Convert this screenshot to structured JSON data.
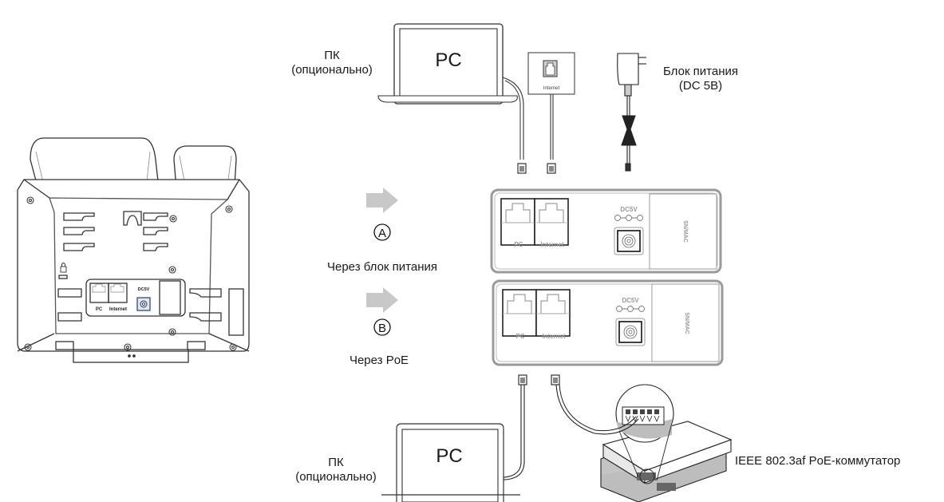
{
  "diagram": {
    "title": "Phone connection diagram",
    "phone_back": {
      "ports": {
        "pc": "PC",
        "internet": "Internet",
        "dc": "DC5V"
      }
    },
    "pc_top": {
      "screen_label": "PC",
      "caption_line1": "ПК",
      "caption_line2": "(опционально)"
    },
    "wall_jack": {
      "label": "Internet"
    },
    "power_adapter": {
      "caption_line1": "Блок питания",
      "caption_line2": "(DC 5В)"
    },
    "option_a": {
      "marker": "A",
      "caption": "Через блок питания"
    },
    "option_b": {
      "marker": "B",
      "caption": "Через PoE"
    },
    "port_panels": [
      {
        "pc": "PC",
        "internet": "Internet",
        "dc": "DC5V",
        "sn": "SN/MAC"
      },
      {
        "pc": "PC",
        "internet": "Internet",
        "dc": "DC5V",
        "sn": "SN/MAC"
      }
    ],
    "pc_bottom": {
      "screen_label": "PC",
      "caption_line1": "ПК",
      "caption_line2": "(опционально)"
    },
    "poe_switch": {
      "caption": "IEEE 802.3af PoE-коммутатор"
    },
    "colors": {
      "line": "#333333",
      "arrow": "#c8c8c8",
      "panel_border": "#9a9a9a",
      "shade": "#bdbdbd"
    }
  }
}
